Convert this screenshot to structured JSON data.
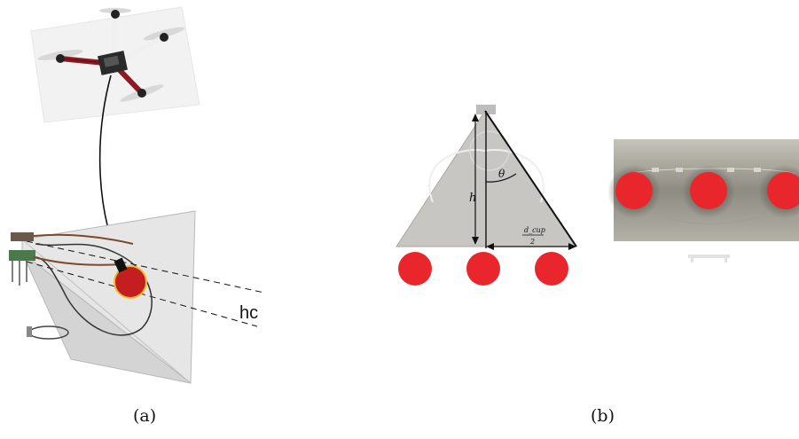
{
  "captions": {
    "a": "(a)",
    "b": "(b)"
  },
  "panel_a": {
    "hc_label": "hc"
  },
  "panel_b": {
    "h_label": "h",
    "theta_label": "θ",
    "dcup_num": "d_cup",
    "dcup_den": "2"
  },
  "colors": {
    "cup_red": "#e8262b",
    "drone_arm": "#8b1a22",
    "triangle_fill": "#c8c6c2",
    "pyramid_fill": "#dcdcdc"
  }
}
